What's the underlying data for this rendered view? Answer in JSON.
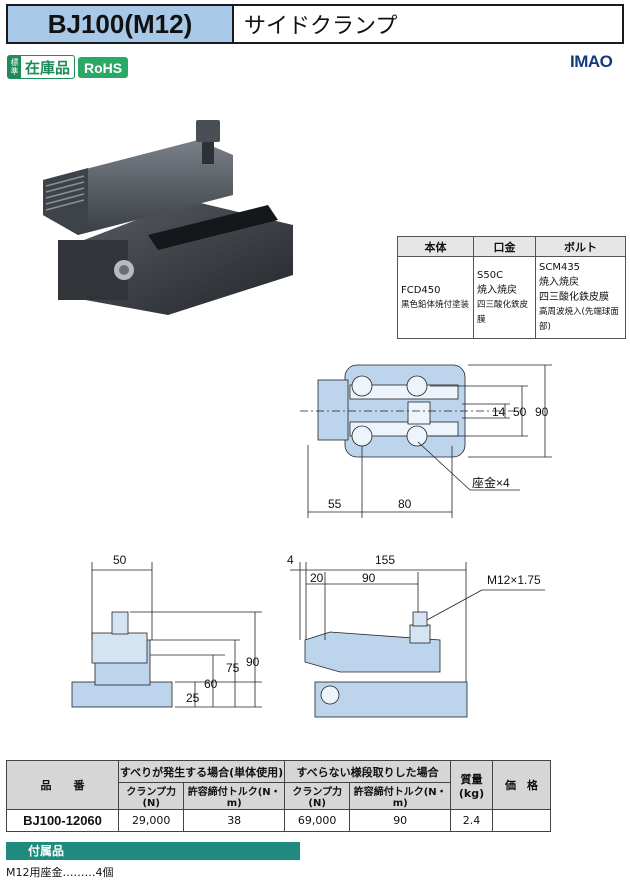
{
  "title": {
    "code": "BJ100(M12)",
    "name": "サイドクランプ"
  },
  "badges": {
    "std_tag_top": "標",
    "std_tag_bottom": "準",
    "std_label": "在庫品",
    "rohs": "RoHS"
  },
  "brand": "IMAO",
  "materials": {
    "headers": [
      "本体",
      "口金",
      "ボルト"
    ],
    "col1": [
      "FCD450",
      "黒色鉛体焼付塗装"
    ],
    "col2": [
      "S50C",
      "焼入焼戻",
      "四三酸化鉄皮膜"
    ],
    "col3": [
      "SCM435",
      "焼入焼戻",
      "四三酸化鉄皮膜",
      "高周波焼入(先端球面部)"
    ]
  },
  "dimensions": {
    "top_view": {
      "d14": "14",
      "d50": "50",
      "d90": "90",
      "d55": "55",
      "d80": "80",
      "washer": "座金×4"
    },
    "side_view": {
      "w50": "50",
      "h25": "25",
      "h60": "60",
      "h75": "75",
      "h90": "90"
    },
    "front_view": {
      "d4": "4",
      "d155": "155",
      "d20": "20",
      "d90": "90",
      "thread": "M12×1.75"
    }
  },
  "spec": {
    "col_part": "品　　番",
    "group1": "すべりが発生する場合(単体使用)",
    "group2": "すべらない様段取りした場合",
    "col_mass": "質量(kg)",
    "col_price": "価　格",
    "sub_force": "クランプ力(N)",
    "sub_torque": "許容締付トルク(N・m)",
    "rows": [
      {
        "part": "BJ100-12060",
        "f1": "29,000",
        "t1": "38",
        "f2": "69,000",
        "t2": "90",
        "mass": "2.4",
        "price": ""
      }
    ]
  },
  "accessories": {
    "heading": "付属品",
    "item": "M12用座金………4個"
  }
}
